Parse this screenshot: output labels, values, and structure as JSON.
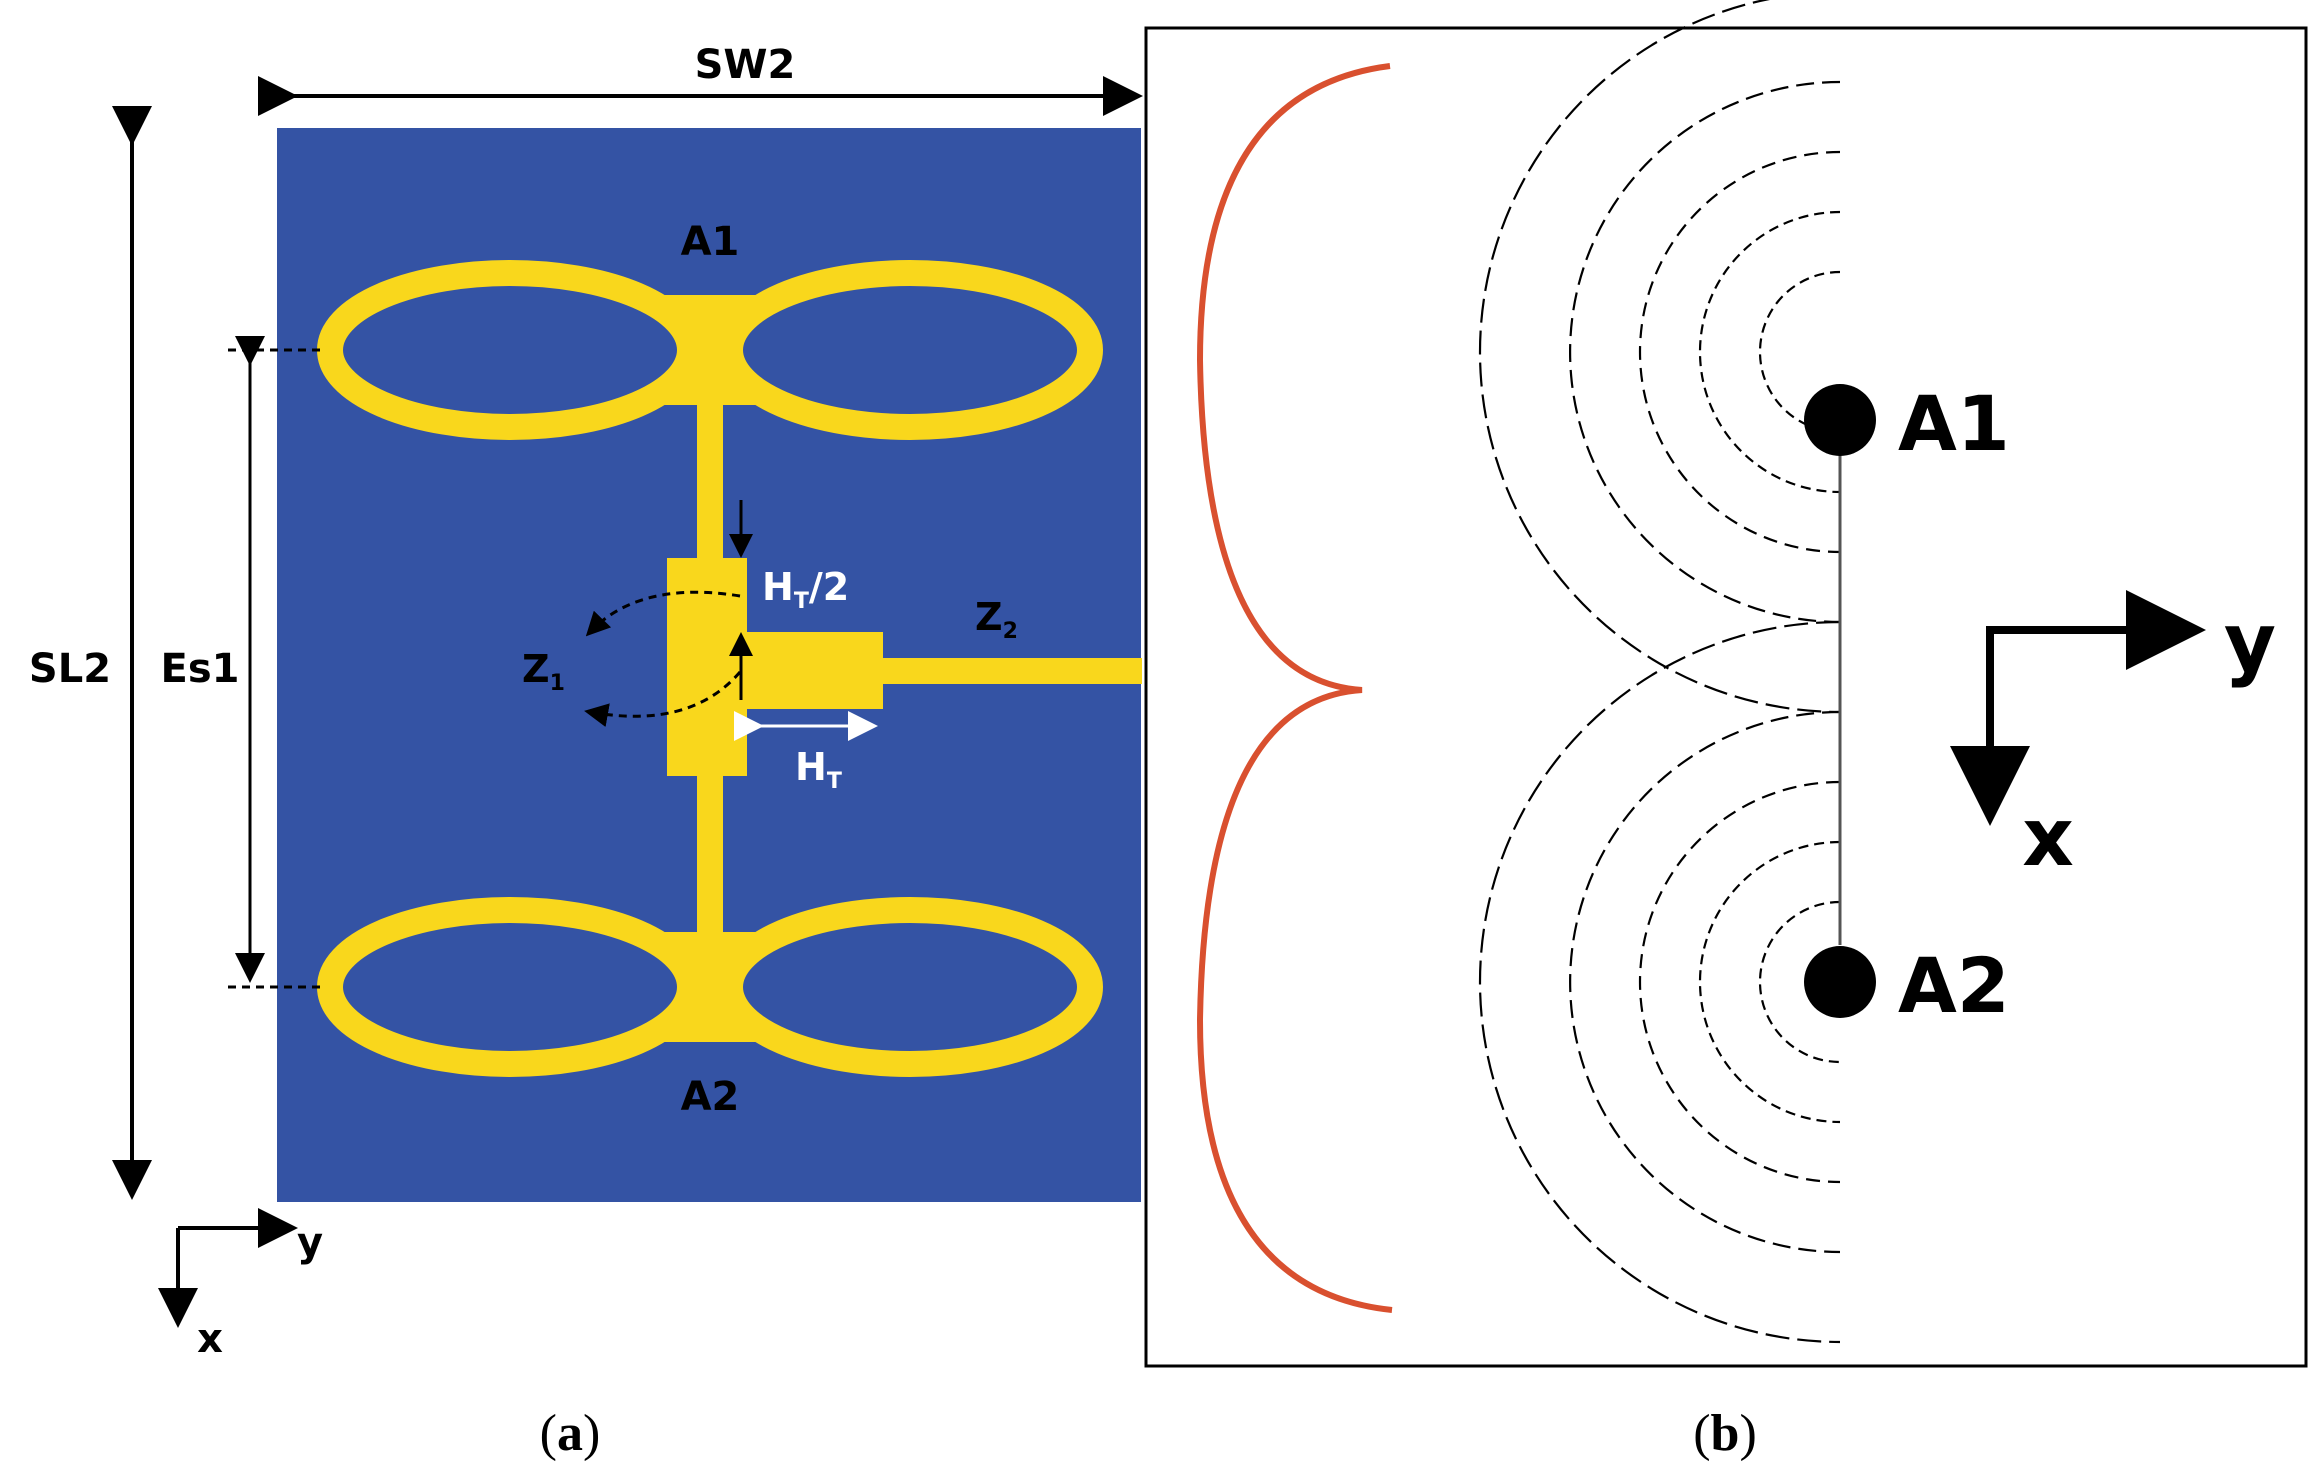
{
  "panel_a": {
    "dim_width": "SW2",
    "dim_length": "SL2",
    "dim_spacing": "Es1",
    "antenna_top": "A1",
    "antenna_bottom": "A2",
    "feed_half": {
      "main": "H",
      "sub": "T",
      "suffix": "/2"
    },
    "feed_full": {
      "main": "H",
      "sub": "T"
    },
    "impedance_1": {
      "main": "Z",
      "sub": "1"
    },
    "impedance_2": {
      "main": "Z",
      "sub": "2"
    },
    "axis_y": "y",
    "axis_x": "x",
    "caption": {
      "open": "(",
      "letter": "a",
      "close": ")"
    }
  },
  "panel_b": {
    "element_top": "A1",
    "element_bottom": "A2",
    "axis_y": "y",
    "axis_x": "x",
    "caption": {
      "open": "(",
      "letter": "b",
      "close": ")"
    }
  },
  "colors": {
    "substrate": "#3453a4",
    "conductor": "#f9d71c",
    "wavefront": "#d9502f",
    "line": "#000000",
    "white": "#ffffff"
  }
}
